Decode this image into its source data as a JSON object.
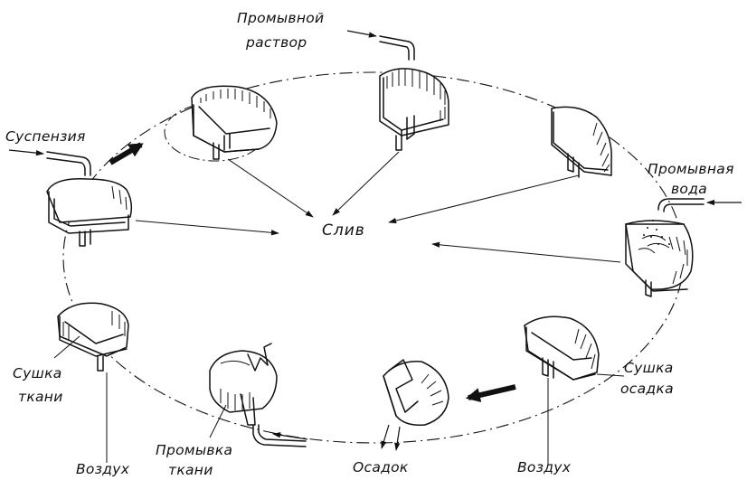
{
  "labels": {
    "wash_solution_line1": "Промывной",
    "wash_solution_line2": "раствор",
    "suspension": "Суспензия",
    "wash_water_line1": "Промывная",
    "wash_water_line2": "вода",
    "drain": "Слив",
    "cake_drying_line1": "Сушка",
    "cake_drying_line2": "осадка",
    "cloth_drying_line1": "Сушка",
    "cloth_drying_line2": "ткани",
    "air_left": "Воздух",
    "air_right": "Воздух",
    "cloth_washing_line1": "Промывка",
    "cloth_washing_line2": "ткани",
    "sediment": "Осадок"
  }
}
